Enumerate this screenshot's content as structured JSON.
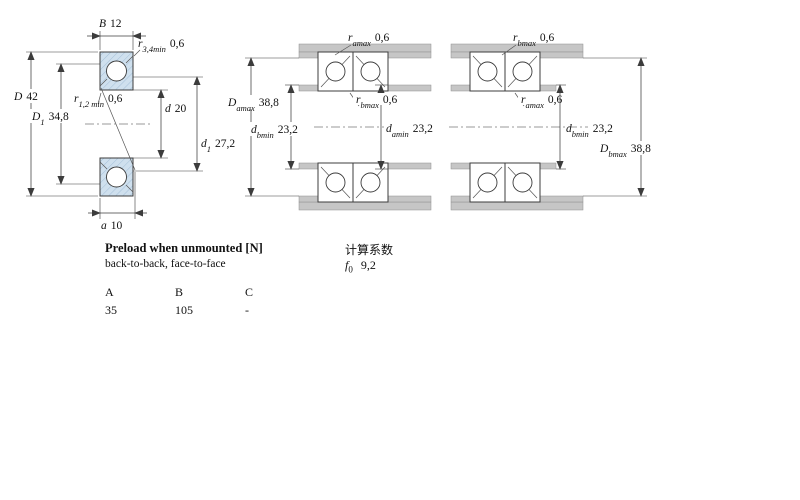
{
  "colors": {
    "bearing_fill": "#cfe0ee",
    "hatch_line": "#a5c0d8",
    "steel_grey": "#c6c6c6"
  },
  "left_diagram": {
    "B": {
      "sym": "B",
      "sub": "",
      "val": "12"
    },
    "r34": {
      "sym": "r",
      "sub": "3,4min",
      "val": "0,6"
    },
    "D": {
      "sym": "D",
      "sub": "",
      "val": "42"
    },
    "r12": {
      "sym": "r",
      "sub": "1,2 min",
      "val": "0,6"
    },
    "D1": {
      "sym": "D",
      "sub": "1",
      "val": "34,8"
    },
    "d": {
      "sym": "d",
      "sub": "",
      "val": "20"
    },
    "d1": {
      "sym": "d",
      "sub": "1",
      "val": "27,2"
    },
    "a": {
      "sym": "a",
      "sub": "",
      "val": "10"
    }
  },
  "middle_diagram": {
    "ramax": {
      "sym": "r",
      "sub": "amax",
      "val": "0,6"
    },
    "Damax": {
      "sym": "D",
      "sub": "amax",
      "val": "38,8"
    },
    "rbmax": {
      "sym": "r",
      "sub": "bmax",
      "val": "0,6"
    },
    "dbmin": {
      "sym": "d",
      "sub": "bmin",
      "val": "23,2"
    },
    "damin": {
      "sym": "d",
      "sub": "amin",
      "val": "23,2"
    }
  },
  "right_diagram": {
    "rbmax": {
      "sym": "r",
      "sub": "bmax",
      "val": "0,6"
    },
    "ramax": {
      "sym": "r",
      "sub": "amax",
      "val": "0,6"
    },
    "dbmin": {
      "sym": "d",
      "sub": "bmin",
      "val": "23,2"
    },
    "Dbmax": {
      "sym": "D",
      "sub": "bmax",
      "val": "38,8"
    }
  },
  "preload": {
    "title": "Preload when unmounted [N]",
    "subtitle": "back-to-back, face-to-face",
    "columns": [
      "A",
      "B",
      "C"
    ],
    "values": [
      "35",
      "105",
      "-"
    ]
  },
  "calculation": {
    "title": "计算系数",
    "f0": {
      "sym": "f",
      "sub": "0",
      "val": "9,2"
    }
  }
}
